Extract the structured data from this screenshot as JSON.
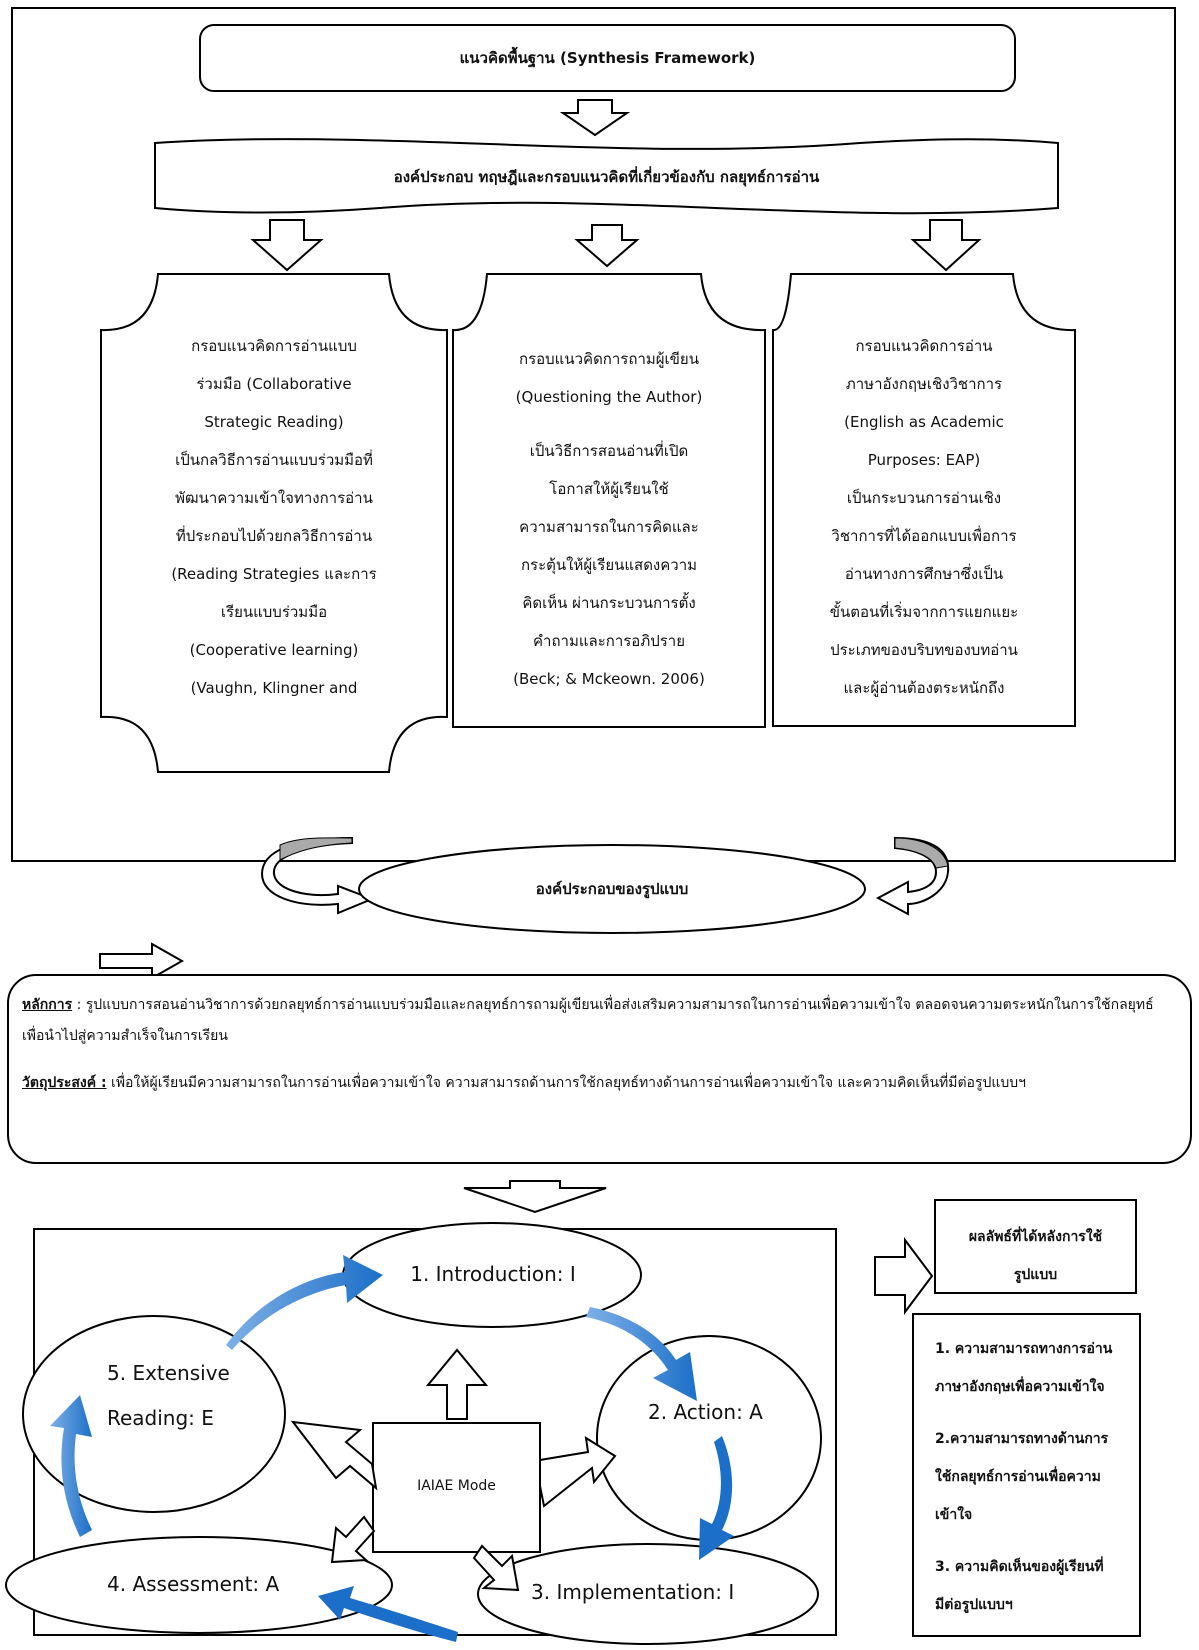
{
  "header": {
    "synthesis_framework": "แนวคิดพื้นฐาน (Synthesis Framework)",
    "components_theories": "องค์ประกอบ ทฤษฎีและกรอบแนวคิดที่เกี่ยวข้องกับ กลยุทธ์การอ่าน"
  },
  "frameworks": [
    {
      "lines": [
        "กรอบแนวคิดการอ่านแบบ",
        "ร่วมมือ (Collaborative",
        "Strategic Reading)",
        "",
        "เป็นกลวิธีการอ่านแบบร่วมมือที่",
        "พัฒนาความเข้าใจทางการอ่าน",
        "ที่ประกอบไปด้วยกลวิธีการอ่าน",
        "(Reading Strategies และการ",
        "เรียนแบบร่วมมือ",
        "(Cooperative learning)",
        "(Vaughn, Klingner and"
      ]
    },
    {
      "lines": [
        "กรอบแนวคิดการถามผู้เขียน",
        "(Questioning the Author)",
        "",
        "เป็นวิธีการสอนอ่านที่เปิด",
        "โอกาสให้ผู้เรียนใช้",
        "ความสามารถในการคิดและ",
        "กระตุ้นให้ผู้เรียนแสดงความ",
        "คิดเห็น ผ่านกระบวนการตั้ง",
        "คำถามและการอภิปราย",
        "(Beck; & Mckeown. 2006)"
      ]
    },
    {
      "lines": [
        "กรอบแนวคิดการอ่าน",
        "ภาษาอังกฤษเชิงวิชาการ",
        "(English as Academic",
        "Purposes: EAP)",
        "",
        "เป็นกระบวนการอ่านเชิง",
        "วิชาการที่ได้ออกแบบเพื่อการ",
        "อ่านทางการศึกษาซึ่งเป็น",
        "ขั้นตอนที่เริ่มจากการแยกแยะ",
        "ประเภทของบริบทของบทอ่าน",
        "และผู้อ่านต้องตระหนักถึง"
      ]
    }
  ],
  "model_components": "องค์ประกอบของรูปแบบ",
  "principles": {
    "label": "หลักการ",
    "text": " : รูปแบบการสอนอ่านวิชาการด้วยกลยุทธ์การอ่านแบบร่วมมือและกลยุทธ์การถามผู้เขียนเพื่อส่งเสริมความสามารถในการอ่านเพื่อความเข้าใจ ตลอดจนความตระหนักในการใช้กลยุทธ์เพื่อนำไปสู่ความสำเร็จในการเรียน"
  },
  "objectives": {
    "label": "วัตถุประสงค์ :",
    "text": " เพื่อให้ผู้เรียนมีความสามารถในการอ่านเพื่อความเข้าใจ ความสามารถด้านการใช้กลยุทธ์ทางด้านการอ่านเพื่อความเข้าใจ และความคิดเห็นที่มีต่อรูปแบบฯ"
  },
  "model": {
    "center": "IAIAE Mode",
    "steps": [
      "1. Introduction: I",
      "2. Action: A",
      "3. Implementation: I",
      "4. Assessment: A",
      "5. Extensive",
      "Reading: E"
    ]
  },
  "outcomes": {
    "title_line1": "ผลลัพธ์ที่ได้หลังการใช้",
    "title_line2": "รูปแบบ",
    "items": [
      "1. ความสามารถทางการอ่าน",
      "ภาษาอังกฤษเพื่อความเข้าใจ",
      "2.ความสามารถทางด้านการ",
      "ใช้กลยุทธ์การอ่านเพื่อความ",
      "เข้าใจ",
      "3. ความคิดเห็นของผู้เรียนที่",
      "มีต่อรูปแบบฯ"
    ]
  },
  "colors": {
    "arrow_blue": "#1b6fc8",
    "outline": "#000000",
    "curl_gray": "#aaaaaa"
  }
}
